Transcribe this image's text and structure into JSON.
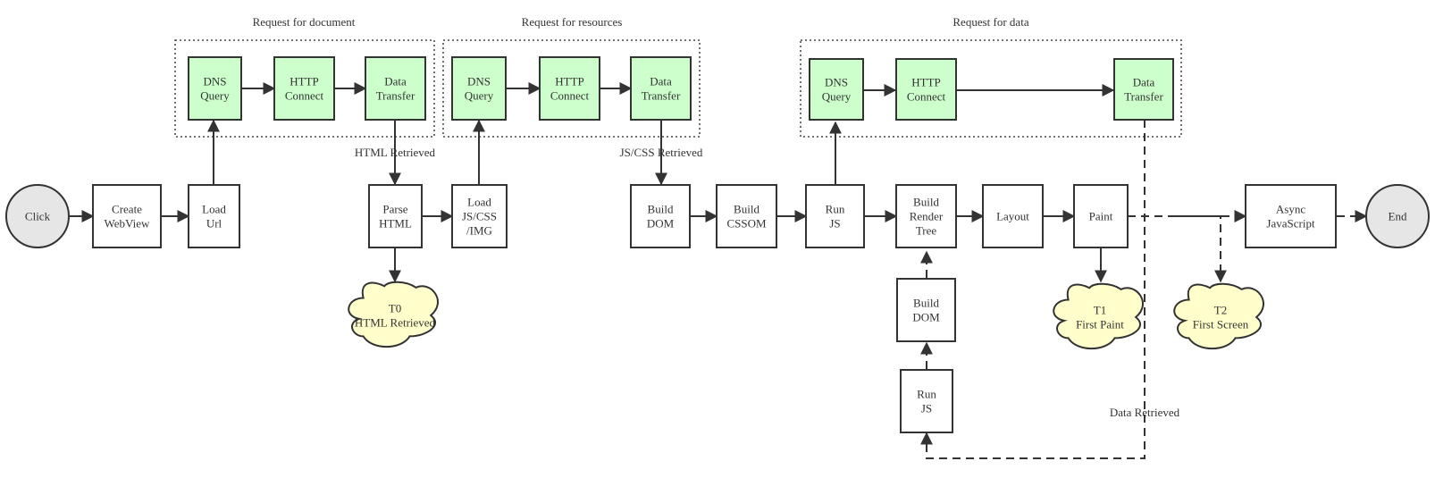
{
  "groups": {
    "document": "Request for document",
    "resources": "Request for resources",
    "data": "Request for data"
  },
  "nodes": {
    "click": "Click",
    "create_webview": [
      "Create",
      "WebView"
    ],
    "load_url": [
      "Load",
      "Url"
    ],
    "dns1": [
      "DNS",
      "Query"
    ],
    "http1": [
      "HTTP",
      "Connect"
    ],
    "transfer1": [
      "Data",
      "Transfer"
    ],
    "parse_html": [
      "Parse",
      "HTML"
    ],
    "load_res": [
      "Load",
      "JS/CSS",
      "/IMG"
    ],
    "dns2": [
      "DNS",
      "Query"
    ],
    "http2": [
      "HTTP",
      "Connect"
    ],
    "transfer2": [
      "Data",
      "Transfer"
    ],
    "build_dom": [
      "Build",
      "DOM"
    ],
    "build_cssom": [
      "Build",
      "CSSOM"
    ],
    "run_js": [
      "Run",
      "JS"
    ],
    "dns3": [
      "DNS",
      "Query"
    ],
    "http3": [
      "HTTP",
      "Connect"
    ],
    "transfer3": [
      "Data",
      "Transfer"
    ],
    "render_tree": [
      "Build",
      "Render",
      "Tree"
    ],
    "layout": "Layout",
    "paint": "Paint",
    "async_js": [
      "Async",
      "JavaScript"
    ],
    "end": "End",
    "build_dom2": [
      "Build",
      "DOM"
    ],
    "run_js2": [
      "Run",
      "JS"
    ],
    "t0": [
      "T0",
      "HTML Retrieved"
    ],
    "t1": [
      "T1",
      "First Paint"
    ],
    "t2": [
      "T2",
      "First Screen"
    ]
  },
  "edge_labels": {
    "html_retrieved": "HTML Retrieved",
    "jscss_retrieved": "JS/CSS Retrieved",
    "data_retrieved": "Data Retrieved"
  },
  "colors": {
    "network_fill": "#ccffcc",
    "milestone_fill": "#ffffcc",
    "terminal_fill": "#e6e6e6",
    "box_fill": "#ffffff",
    "stroke": "#333333"
  }
}
